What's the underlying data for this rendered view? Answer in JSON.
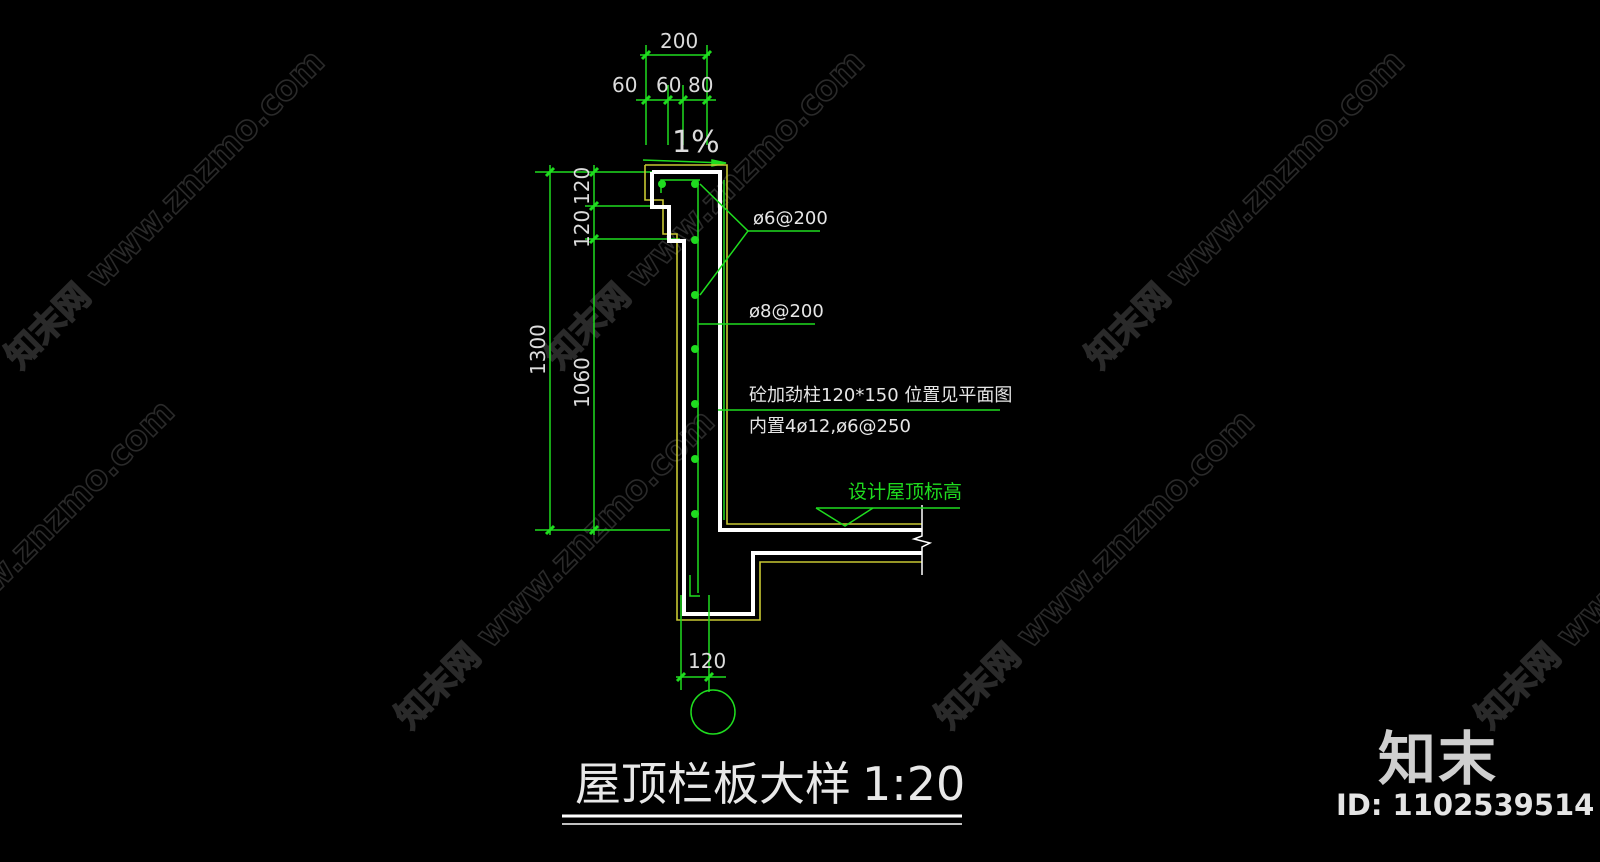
{
  "drawing": {
    "title": "屋顶栏板大样",
    "scale": "1:20",
    "slope_label": "1%",
    "dimensions": {
      "top_total": "200",
      "top_parts": [
        "60",
        "60",
        "80"
      ],
      "left_total": "1300",
      "left_sub": "1060",
      "left_top_1": "120",
      "left_top_2": "120",
      "bottom_width": "120"
    },
    "annotations": {
      "rebar_1": "ø6@200",
      "rebar_2": "ø8@200",
      "column_note_line1": "砼加劲柱120*150 位置见平面图",
      "column_note_line2": "内置4ø12,ø6@250",
      "roof_level": "设计屋顶标高"
    },
    "colors": {
      "background": "#000000",
      "concrete_outline": "#ffffff",
      "dimension_lines": "#1fdc1f",
      "finish_layer": "#c8c832",
      "rebar": "#1fdc1f"
    }
  },
  "watermark": {
    "text": "知末网 www.znzmo.com"
  },
  "brand": {
    "logo": "知末",
    "id_label": "ID: 1102539514"
  }
}
